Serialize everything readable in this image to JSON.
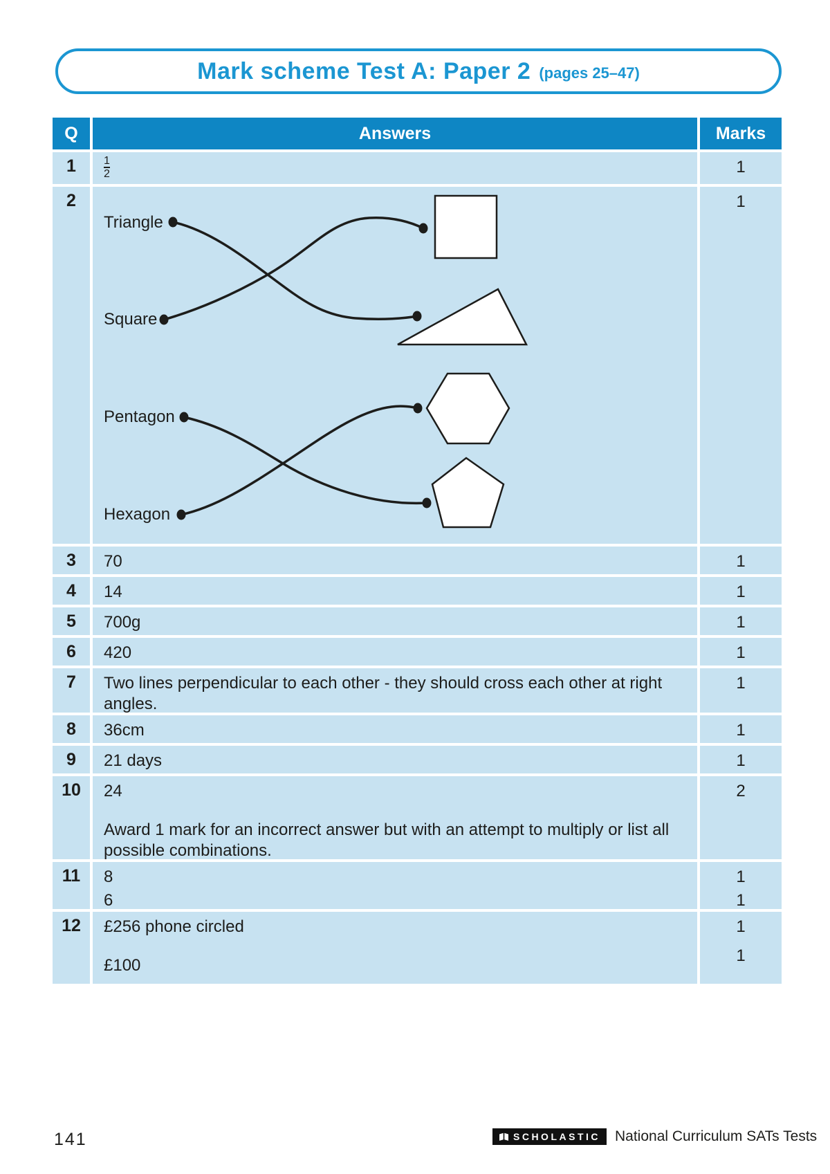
{
  "title": {
    "main": "Mark scheme Test A: Paper 2",
    "pages": "(pages 25–47)"
  },
  "table": {
    "header": {
      "q": "Q",
      "answers": "Answers",
      "marks": "Marks"
    },
    "rows": [
      {
        "q": "1",
        "type": "fraction",
        "num": "1",
        "den": "2",
        "marks": [
          "1"
        ]
      },
      {
        "q": "2",
        "type": "diagram",
        "marks": [
          "1"
        ]
      },
      {
        "q": "3",
        "answer": "70",
        "marks": [
          "1"
        ]
      },
      {
        "q": "4",
        "answer": "14",
        "marks": [
          "1"
        ]
      },
      {
        "q": "5",
        "answer": "700g",
        "marks": [
          "1"
        ]
      },
      {
        "q": "6",
        "answer": "420",
        "marks": [
          "1"
        ]
      },
      {
        "q": "7",
        "answer": "Two lines perpendicular to each other - they should cross each other at right angles.",
        "marks": [
          "1"
        ]
      },
      {
        "q": "8",
        "answer": "36cm",
        "marks": [
          "1"
        ]
      },
      {
        "q": "9",
        "answer": "21 days",
        "marks": [
          "1"
        ]
      },
      {
        "q": "10",
        "answer": "24",
        "note": "Award 1 mark for an incorrect answer but with an attempt to multiply or list all possible combinations.",
        "marks": [
          "2"
        ]
      },
      {
        "q": "11",
        "answers": [
          "8",
          "6"
        ],
        "marks": [
          "1",
          "1"
        ]
      },
      {
        "q": "12",
        "answers": [
          "£256 phone circled",
          "£100"
        ],
        "marks": [
          "1",
          "1"
        ]
      }
    ]
  },
  "q2_diagram": {
    "labels": [
      "Triangle",
      "Square",
      "Pentagon",
      "Hexagon"
    ],
    "shapes": [
      "square",
      "triangle",
      "hexagon",
      "pentagon"
    ],
    "matches": [
      [
        "Triangle",
        "triangle-shape"
      ],
      [
        "Square",
        "square-shape"
      ],
      [
        "Pentagon",
        "pentagon-shape"
      ],
      [
        "Hexagon",
        "hexagon-shape"
      ]
    ]
  },
  "footer": {
    "page_number": "141",
    "publisher": "SCHOLASTIC",
    "series": "National Curriculum SATs Tests"
  },
  "colors": {
    "header_blue": "#0e86c4",
    "row_light_blue": "#c7e2f1",
    "title_blue": "#1b96d2",
    "text": "#1d1d1b"
  }
}
